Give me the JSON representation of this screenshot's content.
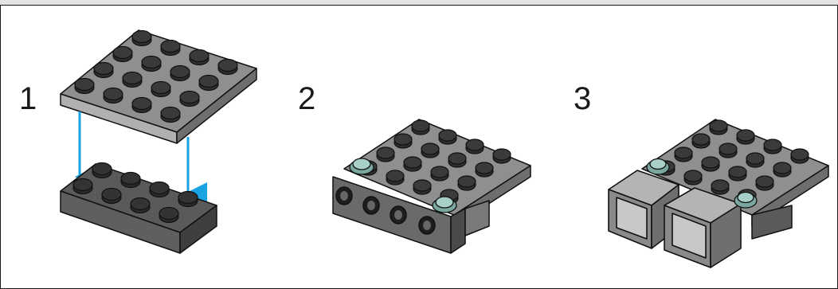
{
  "steps": [
    {
      "number": "1"
    },
    {
      "number": "2"
    },
    {
      "number": "3"
    }
  ],
  "colors": {
    "plate_top": "#8f8f8f",
    "plate_side": "#b8b8b8",
    "plate_side_dark": "#6a6a6a",
    "dark_plate_top": "#5a5a5a",
    "stud": "#2e2e2e",
    "stud_top": "#4a4a4a",
    "outline": "#111111",
    "arrow": "#1aa3e0",
    "teal_stud": "#a8cfc8",
    "frame_bar": "#e4e4e4"
  },
  "icons": [
    "lego-plate-4x4",
    "lego-plate-2x4",
    "arrow-down",
    "bracket-plate",
    "car-seat-part"
  ]
}
